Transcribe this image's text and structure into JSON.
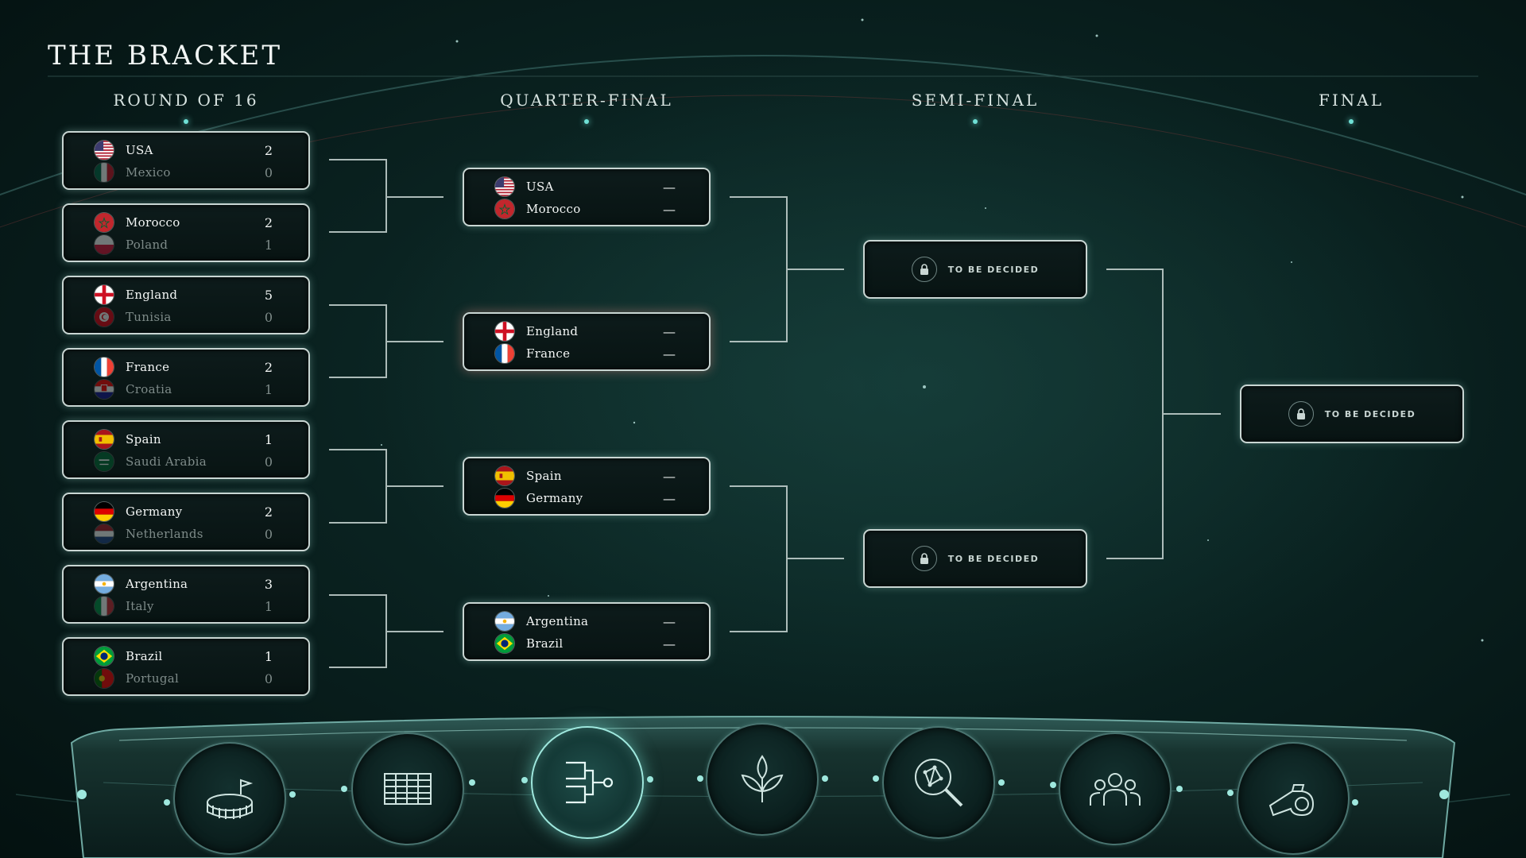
{
  "title": "THE BRACKET",
  "columns": {
    "r16": "ROUND OF 16",
    "qf": "QUARTER-FINAL",
    "sf": "SEMI-FINAL",
    "final": "FINAL"
  },
  "round_of_16": [
    {
      "home": "USA",
      "home_score": "2",
      "away": "Mexico",
      "away_score": "0"
    },
    {
      "home": "Morocco",
      "home_score": "2",
      "away": "Poland",
      "away_score": "1"
    },
    {
      "home": "England",
      "home_score": "5",
      "away": "Tunisia",
      "away_score": "0"
    },
    {
      "home": "France",
      "home_score": "2",
      "away": "Croatia",
      "away_score": "1"
    },
    {
      "home": "Spain",
      "home_score": "1",
      "away": "Saudi Arabia",
      "away_score": "0"
    },
    {
      "home": "Germany",
      "home_score": "2",
      "away": "Netherlands",
      "away_score": "0"
    },
    {
      "home": "Argentina",
      "home_score": "3",
      "away": "Italy",
      "away_score": "1"
    },
    {
      "home": "Brazil",
      "home_score": "1",
      "away": "Portugal",
      "away_score": "0"
    }
  ],
  "quarter_finals": [
    {
      "home": "USA",
      "home_score": "—",
      "away": "Morocco",
      "away_score": "—"
    },
    {
      "home": "England",
      "home_score": "—",
      "away": "France",
      "away_score": "—"
    },
    {
      "home": "Spain",
      "home_score": "—",
      "away": "Germany",
      "away_score": "—"
    },
    {
      "home": "Argentina",
      "home_score": "—",
      "away": "Brazil",
      "away_score": "—"
    }
  ],
  "semi_finals": [
    {
      "label": "TO BE DECIDED"
    },
    {
      "label": "TO BE DECIDED"
    }
  ],
  "final": {
    "label": "TO BE DECIDED"
  },
  "nav": [
    {
      "icon": "stadium-icon"
    },
    {
      "icon": "table-grid-icon"
    },
    {
      "icon": "bracket-icon",
      "active": true
    },
    {
      "icon": "plant-icon"
    },
    {
      "icon": "magnifier-network-icon"
    },
    {
      "icon": "team-people-icon"
    },
    {
      "icon": "whistle-icon"
    }
  ],
  "colors": {
    "accent": "#6fe0d6",
    "card_border": "#c9d6d3",
    "background": "#0b2523"
  }
}
